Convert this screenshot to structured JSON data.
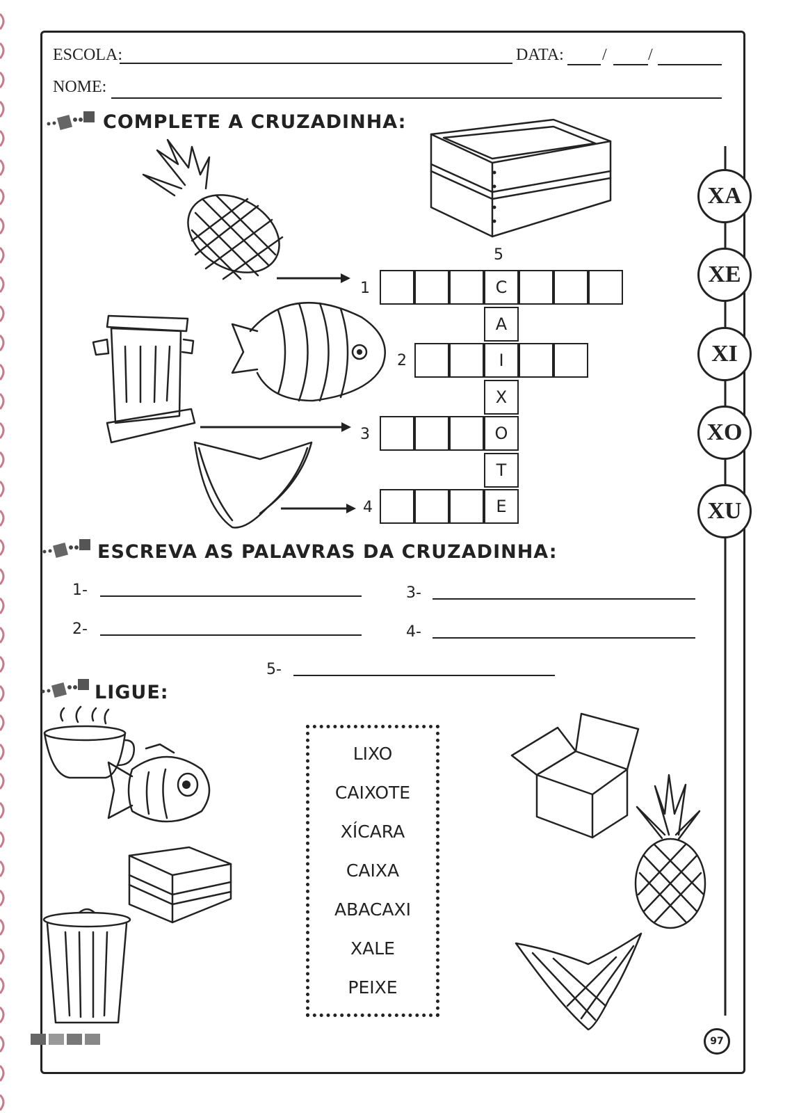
{
  "header": {
    "escola_label": "ESCOLA:",
    "data_label": "DATA:",
    "nome_label": "NOME:"
  },
  "sections": {
    "crossword_title": "COMPLETE A CRUZADINHA:",
    "write_title": "ESCREVA AS PALAVRAS DA CRUZADINHA:",
    "connect_title": "LIGUE:"
  },
  "crossword": {
    "numbers": [
      "1",
      "2",
      "3",
      "4",
      "5"
    ],
    "vertical_word_letters": [
      "C",
      "A",
      "I",
      "X",
      "O",
      "T",
      "E"
    ]
  },
  "syllables": [
    "XA",
    "XE",
    "XI",
    "XO",
    "XU"
  ],
  "write_lines": [
    "1-",
    "2-",
    "3-",
    "4-",
    "5-"
  ],
  "connect_words": [
    "LIXO",
    "CAIXOTE",
    "XÍCARA",
    "CAIXA",
    "ABACAXI",
    "XALE",
    "PEIXE"
  ],
  "page_number": "97"
}
